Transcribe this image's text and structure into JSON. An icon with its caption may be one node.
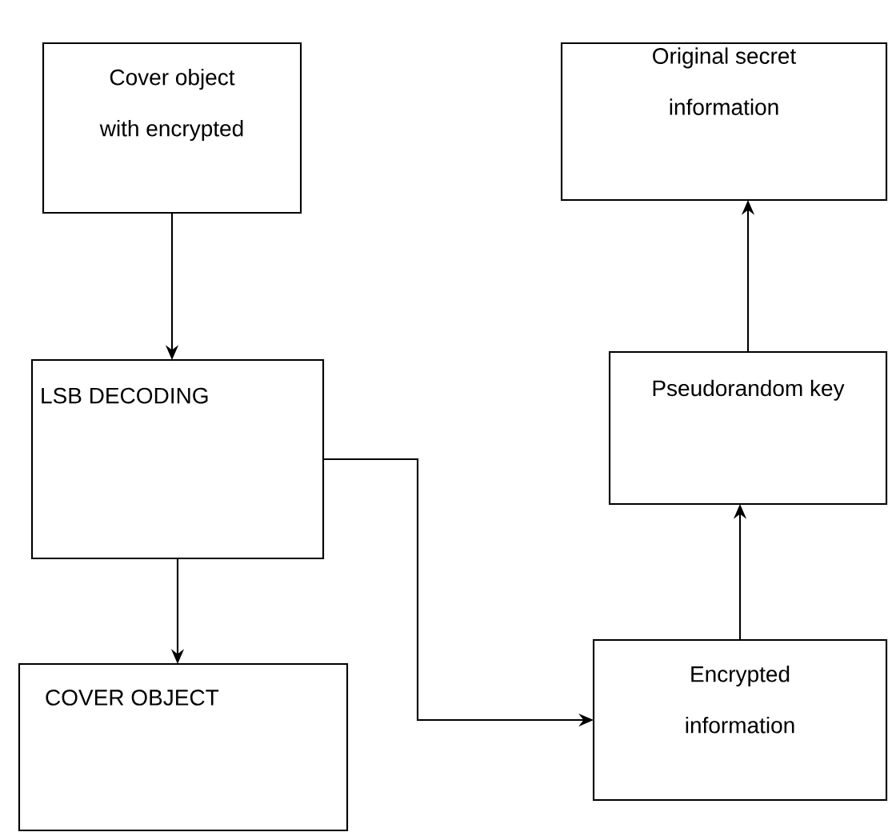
{
  "diagram": {
    "nodes": [
      {
        "text": [
          "Cover object with encrypted"
        ]
      },
      {
        "text": [
          "LSB DECODING"
        ]
      },
      {
        "text": [
          "COVER OBJECT"
        ]
      },
      {
        "text": [
          "Original secret information"
        ]
      },
      {
        "text": [
          "Pseudorandom key"
        ]
      },
      {
        "text": [
          "Encrypted information"
        ]
      }
    ],
    "edges": [
      {
        "from": 0,
        "to": 1,
        "arrow": "to"
      },
      {
        "from": 1,
        "to": 2,
        "arrow": "to"
      },
      {
        "from": 1,
        "to": 5,
        "arrow": "to"
      },
      {
        "from": 5,
        "to": 4,
        "arrow": "to"
      },
      {
        "from": 4,
        "to": 3,
        "arrow": "to"
      }
    ]
  }
}
